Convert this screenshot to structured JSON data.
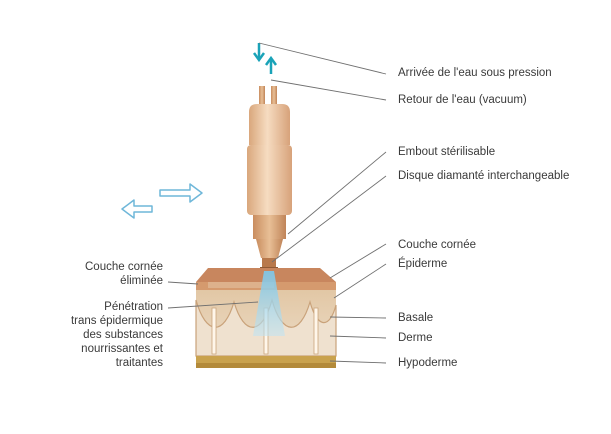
{
  "labels": {
    "arrivee_eau": "Arrivée de l'eau sous pression",
    "retour_eau": "Retour de l'eau (vacuum)",
    "embout": "Embout stérilisable",
    "disque": "Disque diamanté interchangeable",
    "couche_cornee": "Couche cornée",
    "epiderme": "Épiderme",
    "basale": "Basale",
    "derme": "Derme",
    "hypoderme": "Hypoderme",
    "couche_cornee_eliminee": "Couche cornée\néliminée",
    "penetration": "Pénétration\ntrans épidermique\ndes substances\nnourrissantes et\ntraitantes"
  },
  "icons": {
    "water_in": "arrow-down-icon",
    "water_out": "arrow-up-icon",
    "movement": "double-arrow-icon"
  },
  "colors": {
    "label_text": "#3a3a3a",
    "leader_line": "#707070",
    "water_arrow": "#1aa3b8",
    "movement_arrow": "#6fb7d9",
    "spray": "#9fd3ec",
    "handpiece": "#e9c19a",
    "horny_layer": "#c8865e",
    "epidermis": "#dcc09c",
    "dermis": "#e9d7c0",
    "hypodermis": "#c9a24e"
  }
}
